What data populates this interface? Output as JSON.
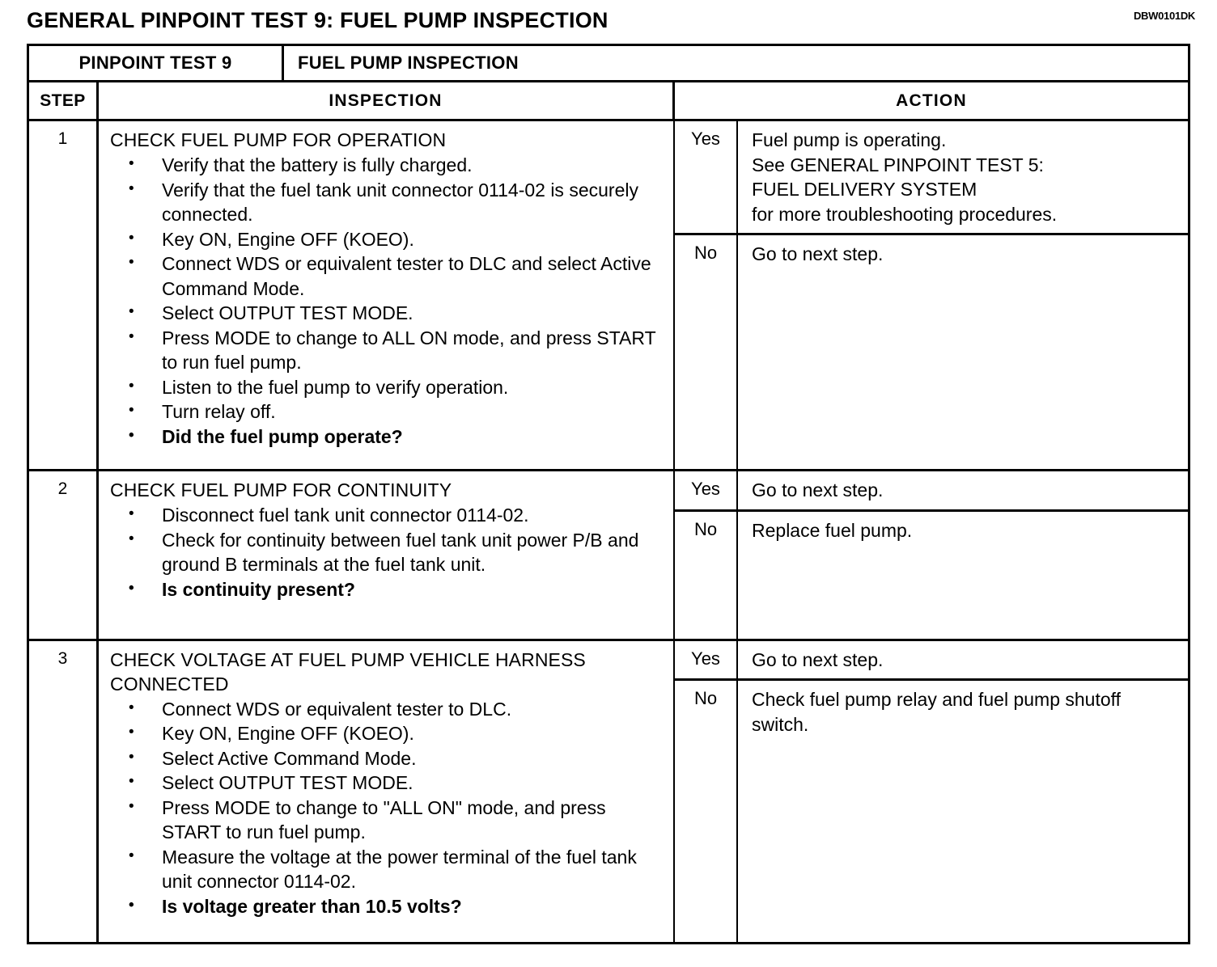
{
  "page": {
    "title": "GENERAL PINPOINT TEST 9: FUEL PUMP INSPECTION",
    "doc_code": "DBW0101DK"
  },
  "banner": {
    "left": "PINPOINT TEST 9",
    "right": "FUEL PUMP INSPECTION"
  },
  "columns": {
    "step": "STEP",
    "inspection": "INSPECTION",
    "action": "ACTION"
  },
  "rows": [
    {
      "step": "1",
      "inspection_title": "CHECK FUEL PUMP FOR OPERATION",
      "bullets": [
        {
          "text": "Verify that the battery is fully charged.",
          "bold": false
        },
        {
          "text": "Verify that the fuel tank unit connector 0114-02 is securely connected.",
          "bold": false
        },
        {
          "text": "Key ON, Engine OFF (KOEO).",
          "bold": false
        },
        {
          "text": "Connect WDS or equivalent tester to DLC and select Active Command Mode.",
          "bold": false
        },
        {
          "text": "Select OUTPUT TEST MODE.",
          "bold": false
        },
        {
          "text": "Press MODE to change to ALL ON mode, and press START to run fuel pump.",
          "bold": false
        },
        {
          "text": "Listen to the fuel pump to verify operation.",
          "bold": false
        },
        {
          "text": "Turn relay off.",
          "bold": false
        },
        {
          "text": "Did the fuel pump operate?",
          "bold": true
        }
      ],
      "actions": [
        {
          "answer": "Yes",
          "lines": [
            "Fuel pump is operating.",
            "See GENERAL PINPOINT TEST 5:",
            "FUEL DELIVERY SYSTEM",
            "for more troubleshooting procedures."
          ]
        },
        {
          "answer": "No",
          "lines": [
            "Go to next step."
          ]
        }
      ]
    },
    {
      "step": "2",
      "inspection_title": "CHECK FUEL PUMP FOR CONTINUITY",
      "bullets": [
        {
          "text": "Disconnect fuel tank unit connector 0114-02.",
          "bold": false
        },
        {
          "text": "Check for continuity between fuel tank unit power P/B and ground B terminals at the fuel tank unit.",
          "bold": false
        },
        {
          "text": "Is continuity present?",
          "bold": true
        }
      ],
      "actions": [
        {
          "answer": "Yes",
          "lines": [
            "Go to next step."
          ]
        },
        {
          "answer": "No",
          "lines": [
            "Replace fuel pump."
          ]
        }
      ]
    },
    {
      "step": "3",
      "inspection_title": "CHECK VOLTAGE AT FUEL PUMP VEHICLE HARNESS CONNECTED",
      "bullets": [
        {
          "text": "Connect WDS or equivalent tester to DLC.",
          "bold": false
        },
        {
          "text": "Key ON, Engine OFF (KOEO).",
          "bold": false
        },
        {
          "text": "Select Active Command Mode.",
          "bold": false
        },
        {
          "text": "Select OUTPUT TEST MODE.",
          "bold": false
        },
        {
          "text": "Press MODE to change to \"ALL ON\" mode, and press START to run fuel pump.",
          "bold": false
        },
        {
          "text": "Measure the voltage at the power terminal of the fuel tank unit connector 0114-02.",
          "bold": false
        },
        {
          "text": "Is voltage greater than 10.5 volts?",
          "bold": true
        }
      ],
      "actions": [
        {
          "answer": "Yes",
          "lines": [
            "Go to next step."
          ]
        },
        {
          "answer": "No",
          "lines": [
            "Check fuel pump relay and fuel pump shutoff",
            "switch."
          ]
        }
      ]
    }
  ]
}
